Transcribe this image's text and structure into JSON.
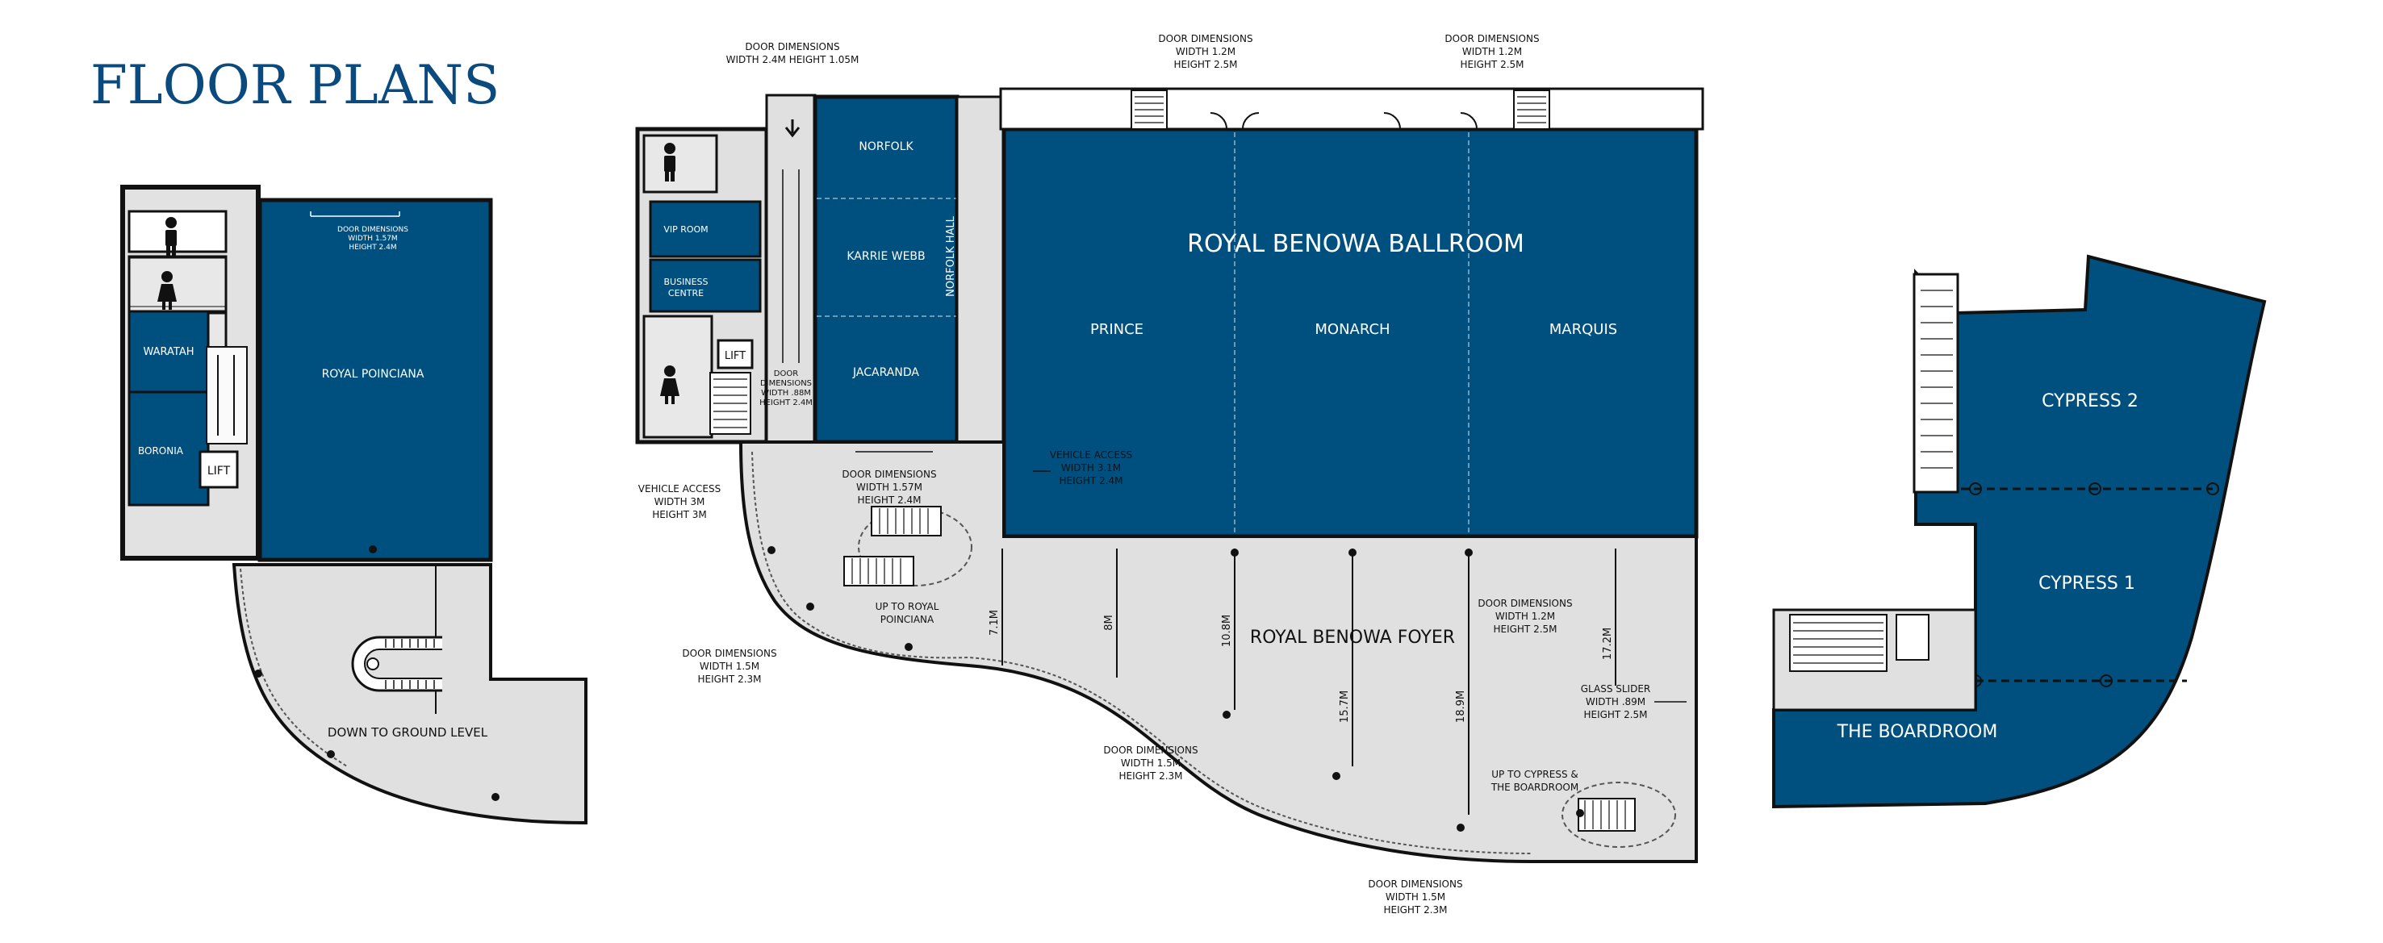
{
  "page": {
    "title": "FLOOR PLANS",
    "colors": {
      "room_blue": "#00507f",
      "foyer_grey": "#e0e0e0",
      "wall": "#111111",
      "title_blue": "#0b4a7e",
      "background": "#ffffff"
    }
  },
  "plan_left": {
    "rooms": {
      "royal_poinciana": "ROYAL POINCIANA",
      "waratah": "WARATAH",
      "boronia": "BORONIA",
      "lift": "LIFT"
    },
    "door_note": {
      "line1": "DOOR DIMENSIONS",
      "line2": "WIDTH 1.57M",
      "line3": "HEIGHT 2.4M"
    },
    "stairs_label": "DOWN TO GROUND LEVEL"
  },
  "plan_center": {
    "rooms": {
      "ballroom": "ROYAL BENOWA BALLROOM",
      "prince": "PRINCE",
      "monarch": "MONARCH",
      "marquis": "MARQUIS",
      "norfolk": "NORFOLK",
      "karrie_webb": "KARRIE WEBB",
      "norfolk_hall": "NORFOLK HALL",
      "jacaranda": "JACARANDA",
      "vip_room": "VIP ROOM",
      "business_centre_l1": "BUSINESS",
      "business_centre_l2": "CENTRE",
      "lift": "LIFT",
      "foyer": "ROYAL BENOWA FOYER"
    },
    "notes": {
      "door_top_left": {
        "line1": "DOOR DIMENSIONS",
        "line2": "WIDTH 2.4M HEIGHT 1.05M"
      },
      "door_top_mid": {
        "line1": "DOOR DIMENSIONS",
        "line2": "WIDTH 1.2M",
        "line3": "HEIGHT 2.5M"
      },
      "door_top_right": {
        "line1": "DOOR DIMENSIONS",
        "line2": "WIDTH 1.2M",
        "line3": "HEIGHT 2.5M"
      },
      "door_hall": {
        "line1": "DOOR",
        "line2": "DIMENSIONS",
        "line3": "WIDTH .88M",
        "line4": "HEIGHT 2.4M"
      },
      "vehicle_left": {
        "line1": "VEHICLE ACCESS",
        "line2": "WIDTH 3M",
        "line3": "HEIGHT 3M"
      },
      "door_jacaranda": {
        "line1": "DOOR DIMENSIONS",
        "line2": "WIDTH 1.57M",
        "line3": "HEIGHT 2.4M"
      },
      "vehicle_ballroom": {
        "line1": "VEHICLE ACCESS",
        "line2": "WIDTH 3.1M",
        "line3": "HEIGHT 2.4M"
      },
      "up_to_poinciana": {
        "line1": "UP TO ROYAL",
        "line2": "POINCIANA"
      },
      "door_foyer_left": {
        "line1": "DOOR DIMENSIONS",
        "line2": "WIDTH 1.5M",
        "line3": "HEIGHT 2.3M"
      },
      "door_foyer_mid": {
        "line1": "DOOR DIMENSIONS",
        "line2": "WIDTH 1.5M",
        "line3": "HEIGHT 2.3M"
      },
      "door_foyer_bottom": {
        "line1": "DOOR DIMENSIONS",
        "line2": "WIDTH 1.5M",
        "line3": "HEIGHT 2.3M"
      },
      "door_foyer_right": {
        "line1": "DOOR DIMENSIONS",
        "line2": "WIDTH 1.2M",
        "line3": "HEIGHT 2.5M"
      },
      "glass_slider": {
        "line1": "GLASS SLIDER",
        "line2": "WIDTH .89M",
        "line3": "HEIGHT 2.5M"
      },
      "up_to_cypress": {
        "line1": "UP TO CYPRESS &",
        "line2": "THE BOARDROOM"
      }
    },
    "dimensions": {
      "d1": "7.1M",
      "d2": "8M",
      "d3": "10.8M",
      "d4": "15.7M",
      "d5": "18.9M",
      "d6": "17.2M"
    }
  },
  "plan_right": {
    "rooms": {
      "cypress2": "CYPRESS 2",
      "cypress1": "CYPRESS 1",
      "boardroom": "THE BOARDROOM"
    }
  }
}
